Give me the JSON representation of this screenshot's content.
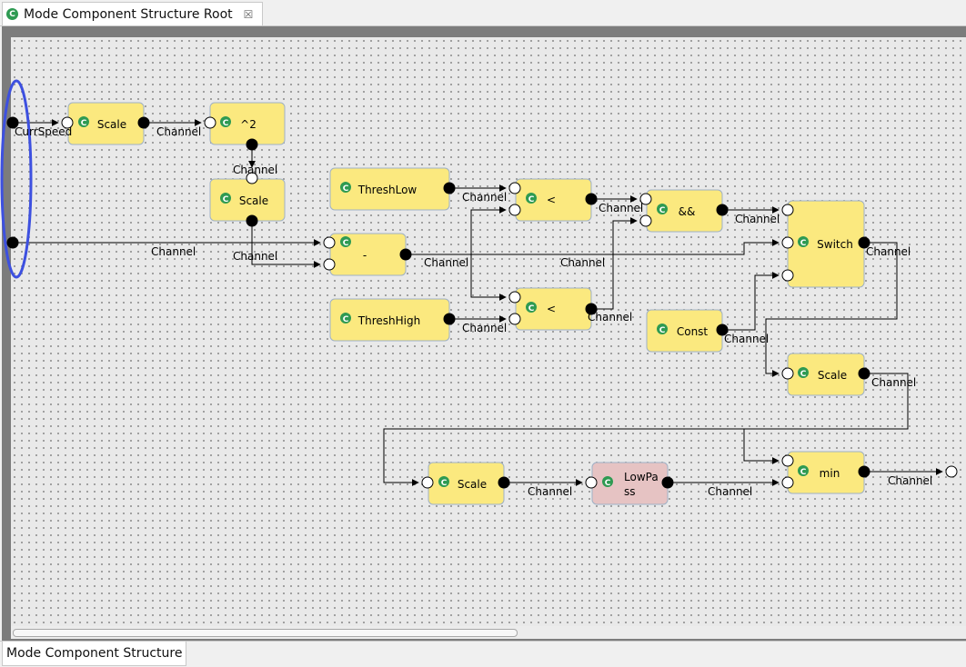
{
  "editor_tab": {
    "icon": "component-icon",
    "title": "Mode Component Structure Root",
    "close": "☒"
  },
  "bottom_tab": {
    "title": "Mode Component Structure"
  },
  "colors": {
    "block_fill": "#fbe97f",
    "block_border": "#9fb1c6",
    "lowpass_fill": "#e6c3c3",
    "selection": "#3d50e0",
    "grid_bg": "#e9e9e9"
  },
  "diagram": {
    "input_port_label": "CurrSpeed",
    "blocks": {
      "scale1": "Scale",
      "sq": "^2",
      "scale2": "Scale",
      "threshlow": "ThreshLow",
      "threshhigh": "ThreshHigh",
      "lt1": "<",
      "lt2": "<",
      "minus": "-",
      "and": "&&",
      "switch": "Switch",
      "const": "Const",
      "scale3": "Scale",
      "min": "min",
      "scale4": "Scale",
      "lowpass_1": "LowPa",
      "lowpass_2": "ss"
    },
    "channel_label": "Channel"
  }
}
